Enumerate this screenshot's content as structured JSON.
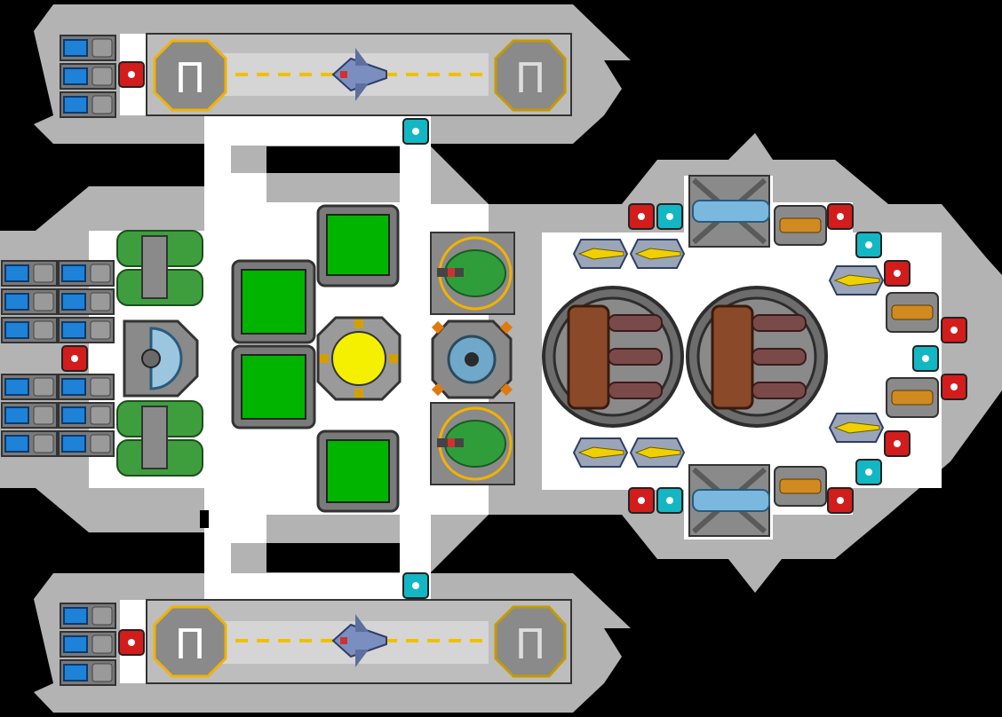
{
  "view": {
    "background": "#000000",
    "hull_color": "#b3b3b3",
    "floor_color": "#ffffff",
    "wall_color": "#4a4a4a"
  },
  "colors": {
    "room_green": "#00b400",
    "reactor_yellow": "#f5f000",
    "red_node": "#d31c1c",
    "cyan_node": "#13b7c3",
    "pad_amber": "#f2b200",
    "pad_gray": "#8a8a8a",
    "runway_dash": "#f0c000"
  },
  "hangars": [
    {
      "name": "top-hangar",
      "pad_left_glyph": "Π",
      "pad_right_glyph": "Π"
    },
    {
      "name": "bottom-hangar",
      "pad_left_glyph": "Π",
      "pad_right_glyph": "Π"
    }
  ],
  "icons": {
    "fighter": "fighter-ship-icon",
    "engine": "engine-pod-icon",
    "battery": "battery-cell-icon",
    "reactor": "reactor-core-icon",
    "shield": "shield-generator-icon",
    "drone": "drone-bay-icon",
    "artillery": "artillery-cannon-icon",
    "missile": "missile-launcher-icon",
    "laser": "laser-turret-icon",
    "node_red": "red-system-node-icon",
    "node_cyan": "cyan-system-node-icon"
  }
}
